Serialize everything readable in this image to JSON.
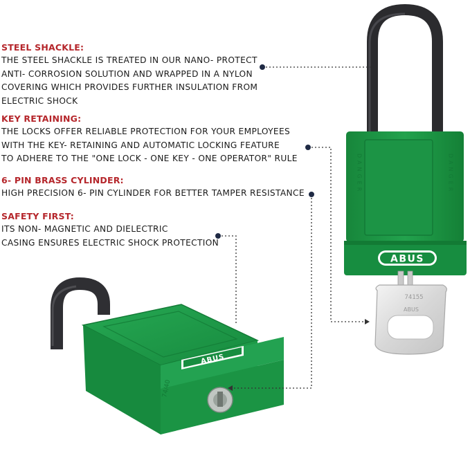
{
  "features": [
    {
      "heading": "STEEL SHACKLE:",
      "lines": [
        "THE STEEL SHACKLE IS TREATED IN OUR NANO- PROTECT",
        "ANTI- CORROSION SOLUTION AND WRAPPED IN A NYLON",
        "COVERING WHICH PROVIDES FURTHER INSULATION FROM",
        "ELECTRIC SHOCK"
      ]
    },
    {
      "heading": "KEY RETAINING:",
      "lines": [
        "THE LOCKS OFFER RELIABLE PROTECTION FOR YOUR EMPLOYEES",
        "WITH THE KEY- RETAINING AND AUTOMATIC LOCKING FEATURE",
        "TO ADHERE TO THE \"ONE LOCK -  ONE KEY -  ONE OPERATOR\" RULE"
      ]
    },
    {
      "heading": "6- PIN BRASS CYLINDER:",
      "lines": [
        "HIGH PRECISION 6- PIN CYLINDER FOR BETTER TAMPER RESISTANCE"
      ]
    },
    {
      "heading": "SAFETY FIRST:",
      "lines": [
        "ITS NON- MAGNETIC AND DIELECTRIC",
        "CASING ENSURES ELECTRIC SHOCK PROTECTION"
      ]
    }
  ],
  "product": {
    "brand_upright": "ABUS",
    "brand_tilted": "ABUS",
    "body_emboss": "DANGER",
    "key_code": "74155",
    "key_brand": "ABUS",
    "lock_code": "74/40"
  },
  "colors": {
    "lock_green": "#1e9a47",
    "heading_red": "#b5262b",
    "shackle": "#2b2b2e"
  }
}
